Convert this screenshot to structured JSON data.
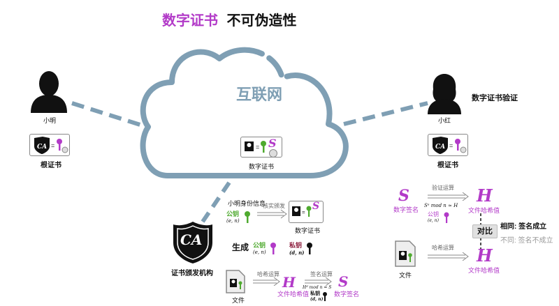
{
  "title": {
    "part1": "数字证书",
    "part2": "不可伪造性"
  },
  "internet_label": "互联网",
  "left_person": {
    "name": "小明",
    "root_cert_label": "根证书"
  },
  "right_person": {
    "name": "小红",
    "root_cert_label": "根证书",
    "verify_label": "数字证书验证"
  },
  "cloud_cert_label": "数字证书",
  "ca": {
    "badge": "CA",
    "label": "证书颁发机构"
  },
  "issuing": {
    "info_label": "小明身份信息",
    "verify_issue_label": "核实颁发",
    "public_key_label": "公钥",
    "public_key_params": "(e, n)",
    "cert_label": "数字证书",
    "generate_label": "生成",
    "public_key_label2": "公钥",
    "public_key_params2": "(e, n)",
    "private_key_label": "私钥",
    "private_key_params": "(d, n)"
  },
  "signing": {
    "file_label": "文件",
    "hash_op_label": "哈希运算",
    "hash_symbol": "H",
    "hash_value_label": "文件哈希值",
    "sign_op_label": "签名运算",
    "sign_formula": "Hᵈ mod n = S",
    "private_key_label": "私钥",
    "private_key_params": "(d, n)",
    "sig_symbol": "S",
    "sig_label": "数字签名"
  },
  "verification": {
    "sig_symbol": "S",
    "sig_label": "数字签名",
    "verify_op_label": "验证运算",
    "verify_formula": "Sᵉ mod n ≈ H",
    "public_key_label": "公钥",
    "public_key_params": "(e, n)",
    "hash_symbol": "H",
    "hash_value_label": "文件哈希值",
    "compare_label": "对比",
    "same_label": "相同: 签名成立",
    "diff_label": "不同: 签名不成立",
    "file_label": "文件",
    "hash_op_label": "哈希运算",
    "hash_symbol2": "H",
    "hash_value_label2": "文件哈希值"
  },
  "colors": {
    "accent": "#b23ac8",
    "cloud": "#7f9fb4",
    "key_green": "#4faa2f",
    "key_purple": "#b23ac8"
  }
}
